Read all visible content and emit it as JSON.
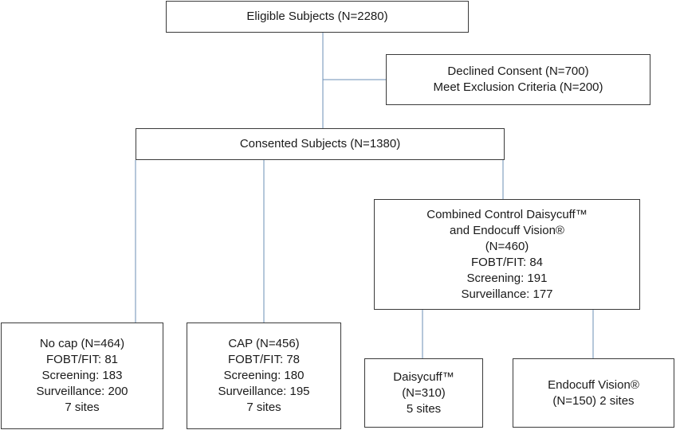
{
  "colors": {
    "connector": "#6b8fb5",
    "border": "#3a3a3a"
  },
  "eligible": {
    "lines": [
      "Eligible Subjects (N=2280)"
    ]
  },
  "excluded": {
    "lines": [
      "Declined Consent (N=700)",
      "Meet Exclusion Criteria (N=200)"
    ]
  },
  "consented": {
    "lines": [
      "Consented Subjects (N=1380)"
    ]
  },
  "combined": {
    "lines": [
      "Combined Control Daisycuff™",
      "and Endocuff Vision®",
      "(N=460)",
      "FOBT/FIT: 84",
      "Screening: 191",
      "Surveillance: 177"
    ]
  },
  "nocap": {
    "lines": [
      "No cap (N=464)",
      "FOBT/FIT: 81",
      "Screening: 183",
      "Surveillance: 200",
      "7 sites"
    ]
  },
  "cap": {
    "lines": [
      "CAP (N=456)",
      "FOBT/FIT: 78",
      "Screening: 180",
      "Surveillance: 195",
      "7 sites"
    ]
  },
  "daisycuff": {
    "lines": [
      "Daisycuff™",
      "(N=310)",
      "5 sites"
    ]
  },
  "endocuff": {
    "lines": [
      "Endocuff Vision®",
      "(N=150) 2 sites"
    ]
  }
}
